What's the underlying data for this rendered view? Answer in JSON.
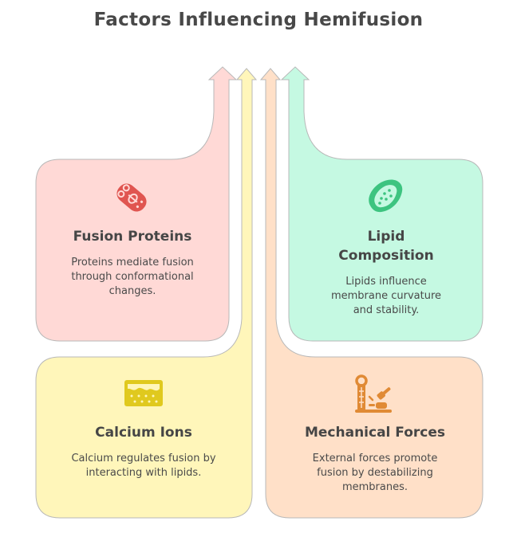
{
  "title": "Factors Influencing Hemifusion",
  "colors": {
    "pink_fill": "#FFD9D6",
    "yellow_fill": "#FFF6BA",
    "peach_fill": "#FFE0C8",
    "green_fill": "#C5F9E2",
    "outline": "#B8B8B8",
    "pink_icon": "#E05550",
    "yellow_icon": "#E0C91E",
    "peach_icon": "#E08A35",
    "green_icon": "#3DC480"
  },
  "cards": [
    {
      "id": "fusion-proteins",
      "title": "Fusion Proteins",
      "description_lines": [
        "Proteins mediate fusion",
        "through conformational",
        "changes."
      ],
      "icon": "protein-icon"
    },
    {
      "id": "lipid-composition",
      "title_lines": [
        "Lipid",
        "Composition"
      ],
      "description_lines": [
        "Lipids influence",
        "membrane curvature",
        "and stability."
      ],
      "icon": "cell-icon"
    },
    {
      "id": "calcium-ions",
      "title": "Calcium Ions",
      "description_lines": [
        "Calcium regulates fusion by",
        "interacting with lipids."
      ],
      "icon": "membrane-icon"
    },
    {
      "id": "mechanical-forces",
      "title": "Mechanical Forces",
      "description_lines": [
        "External forces promote",
        "fusion by destabilizing",
        "membranes."
      ],
      "icon": "strength-tester-icon"
    }
  ],
  "arrows": [
    "pink",
    "yellow",
    "peach",
    "green"
  ]
}
